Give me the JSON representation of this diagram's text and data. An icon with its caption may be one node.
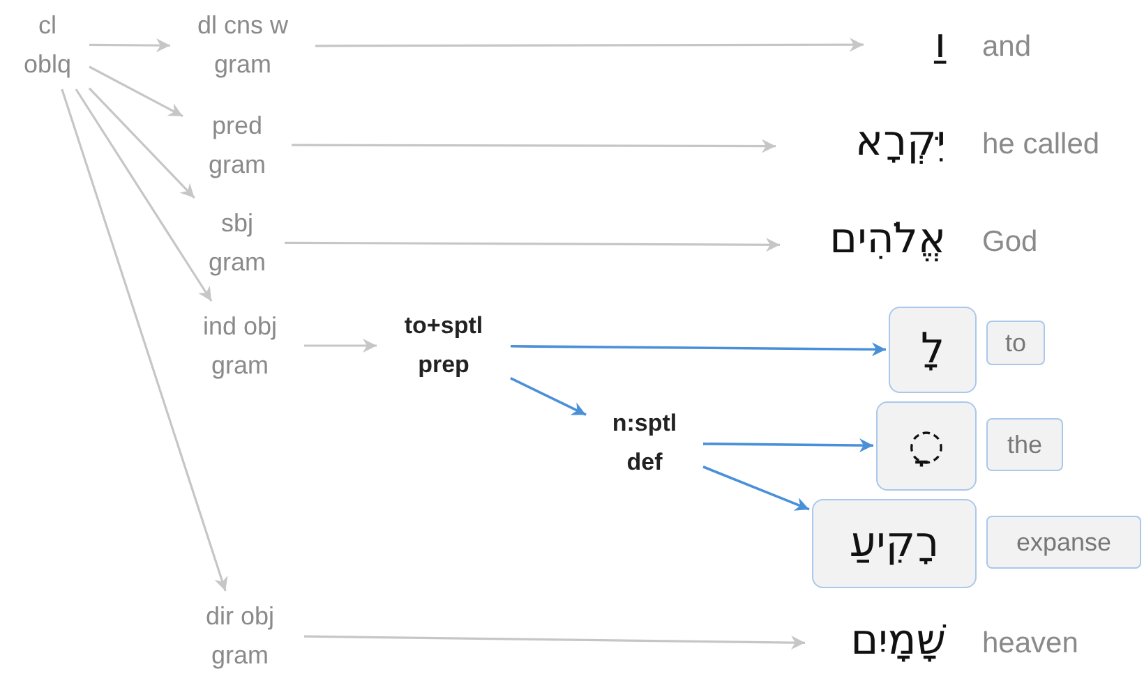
{
  "diagram": {
    "nodes": [
      {
        "text": [
          "cl oblq"
        ]
      },
      {
        "text": [
          "dl cns w gram"
        ]
      },
      {
        "text": [
          "וַ"
        ],
        "beside": [
          "and"
        ]
      },
      {
        "text": [
          "pred gram"
        ]
      },
      {
        "text": [
          "יִּקְרָא"
        ],
        "beside": [
          "he called"
        ]
      },
      {
        "text": [
          "sbj gram"
        ]
      },
      {
        "text": [
          "אֱלֹהִים"
        ],
        "beside": [
          "God"
        ]
      },
      {
        "text": [
          "ind obj gram"
        ]
      },
      {
        "text": [
          "to+sptl prep"
        ]
      },
      {
        "text": [
          "לָ"
        ]
      },
      {
        "text": [
          "to"
        ]
      },
      {
        "text": [
          "n:sptl def"
        ]
      },
      {
        "text": [
          "◌ָ"
        ]
      },
      {
        "text": [
          "the"
        ]
      },
      {
        "text": [
          "רָקִיעַ"
        ]
      },
      {
        "text": [
          "expanse"
        ]
      },
      {
        "text": [
          "dir obj gram"
        ]
      },
      {
        "text": [
          "שָׁמָיִם"
        ],
        "beside": [
          "heaven"
        ]
      }
    ],
    "edges": [
      {
        "from": 0,
        "to": 1,
        "arrow": "to"
      },
      {
        "from": 0,
        "to": 3,
        "arrow": "to"
      },
      {
        "from": 0,
        "to": 5,
        "arrow": "to"
      },
      {
        "from": 0,
        "to": 7,
        "arrow": "to"
      },
      {
        "from": 0,
        "to": 16,
        "arrow": "to"
      },
      {
        "from": 1,
        "to": 2,
        "arrow": "to"
      },
      {
        "from": 3,
        "to": 4,
        "arrow": "to"
      },
      {
        "from": 5,
        "to": 6,
        "arrow": "to"
      },
      {
        "from": 7,
        "to": 8,
        "arrow": "to"
      },
      {
        "from": 8,
        "to": 9,
        "arrow": "to",
        "color": "#4a90d9"
      },
      {
        "from": 8,
        "to": 11,
        "arrow": "to",
        "color": "#4a90d9"
      },
      {
        "from": 11,
        "to": 12,
        "arrow": "to",
        "color": "#4a90d9"
      },
      {
        "from": 11,
        "to": 14,
        "arrow": "to",
        "color": "#4a90d9"
      },
      {
        "from": 16,
        "to": 17,
        "arrow": "to"
      }
    ]
  }
}
